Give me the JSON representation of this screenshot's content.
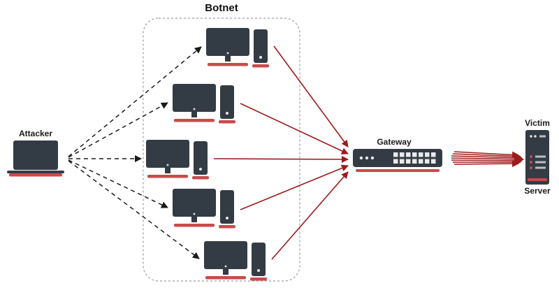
{
  "diagram": {
    "title": "Botnet",
    "botnet_label": "Botnet",
    "attacker_label": "Attacker",
    "gateway_label": "Gateway",
    "victim_label": "Victim",
    "server_label": "Server",
    "bot_count": 5,
    "edges": {
      "command": {
        "style": "dashed",
        "from": "Attacker",
        "to": "Botnet computers",
        "count": 5
      },
      "attack": {
        "style": "solid",
        "from": "Botnet computers",
        "to": "Gateway",
        "count": 5
      },
      "flood": {
        "style": "solid",
        "from": "Gateway",
        "to": "Victim Server",
        "count": 7
      }
    },
    "colors": {
      "device": "#333b44",
      "accent": "#c94a4a",
      "attack_arrow": "#9c1b1b",
      "command_arrow": "#1a1a1a",
      "border": "#9e9e9e"
    }
  }
}
